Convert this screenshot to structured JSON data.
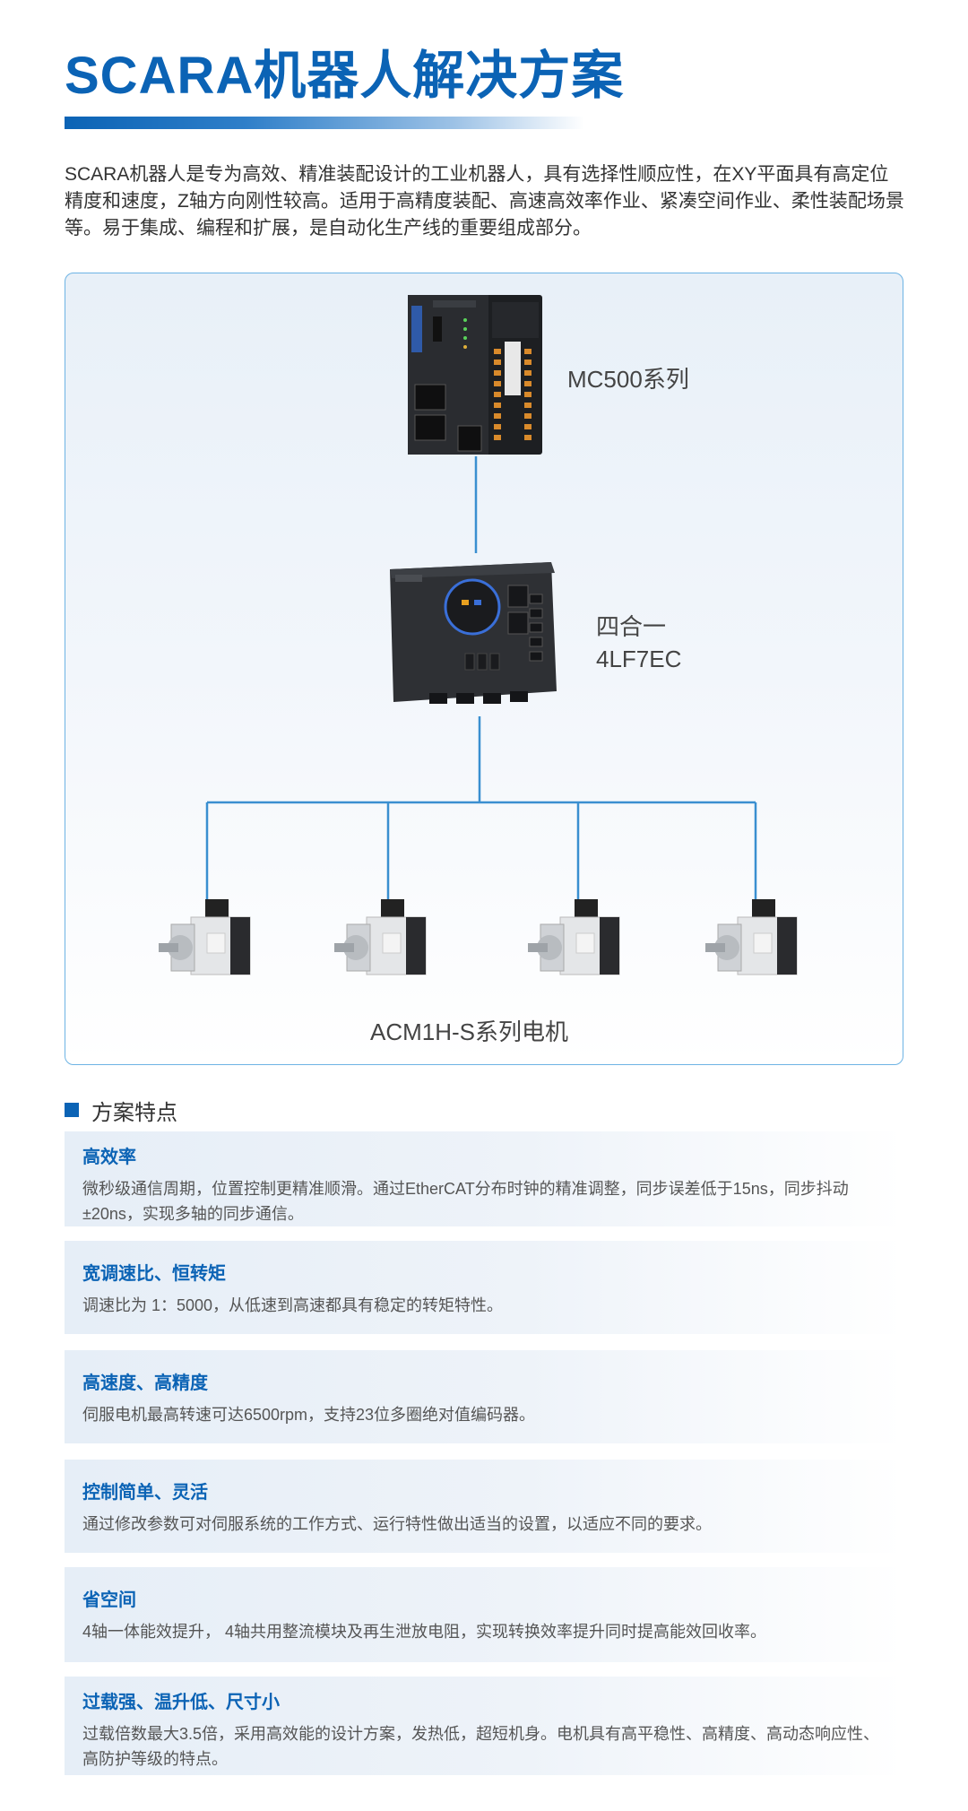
{
  "title": "SCARA机器人解决方案",
  "intro": "SCARA机器人是专为高效、精准装配设计的工业机器人，具有选择性顺应性，在XY平面具有高定位精度和速度，Z轴方向刚性较高。适用于高精度装配、高速高效率作业、紧凑空间作业、柔性装配场景等。易于集成、编程和扩展，是自动化生产线的重要组成部分。",
  "diagram": {
    "controller_label": "MC500系列",
    "drive_label_line1": "四合一",
    "drive_label_line2": "4LF7EC",
    "motor_label": "ACM1H-S系列电机",
    "accent_color": "#3a8fd0"
  },
  "features_heading": "方案特点",
  "features": [
    {
      "title": "高效率",
      "desc": "微秒级通信周期，位置控制更精准顺滑。通过EtherCAT分布时钟的精准调整，同步误差低于15ns，同步抖动±20ns，实现多轴的同步通信。"
    },
    {
      "title": "宽调速比、恒转矩",
      "desc": "调速比为 1：5000，从低速到高速都具有稳定的转矩特性。"
    },
    {
      "title": "高速度、高精度",
      "desc": "伺服电机最高转速可达6500rpm，支持23位多圈绝对值编码器。"
    },
    {
      "title": "控制简单、灵活",
      "desc": "通过修改参数可对伺服系统的工作方式、运行特性做出适当的设置，以适应不同的要求。"
    },
    {
      "title": "省空间",
      "desc": "4轴一体能效提升， 4轴共用整流模块及再生泄放电阻，实现转换效率提升同时提高能效回收率。"
    },
    {
      "title": "过载强、温升低、尺寸小",
      "desc": "过载倍数最大3.5倍，采用高效能的设计方案，发热低，超短机身。电机具有高平稳性、高精度、高动态响应性、高防护等级的特点。"
    }
  ]
}
